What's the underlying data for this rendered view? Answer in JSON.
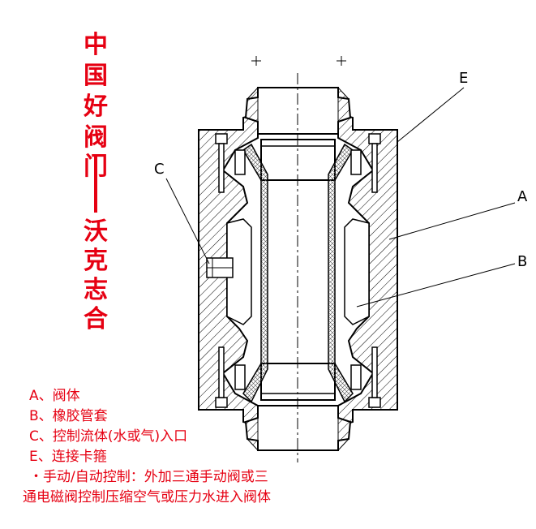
{
  "brand": {
    "chars": [
      "中",
      "国",
      "好",
      "阀",
      "门",
      "沃",
      "克",
      "志",
      "合"
    ]
  },
  "callouts": {
    "a": "A",
    "b": "B",
    "c": "C",
    "e": "E"
  },
  "legend": {
    "line_a": "A、阀体",
    "line_b": "B、橡胶管套",
    "line_c": "C、控制流体(水或气)入口",
    "line_e": "E、连接卡箍",
    "note_1": "・手动/自动控制：外加三通手动阀或三",
    "note_2": "通电磁阀控制压缩空气或压力水进入阀体"
  },
  "colors": {
    "text_red": "#e60012",
    "hatch": "#000000",
    "rubber": "#e8e8e8"
  }
}
